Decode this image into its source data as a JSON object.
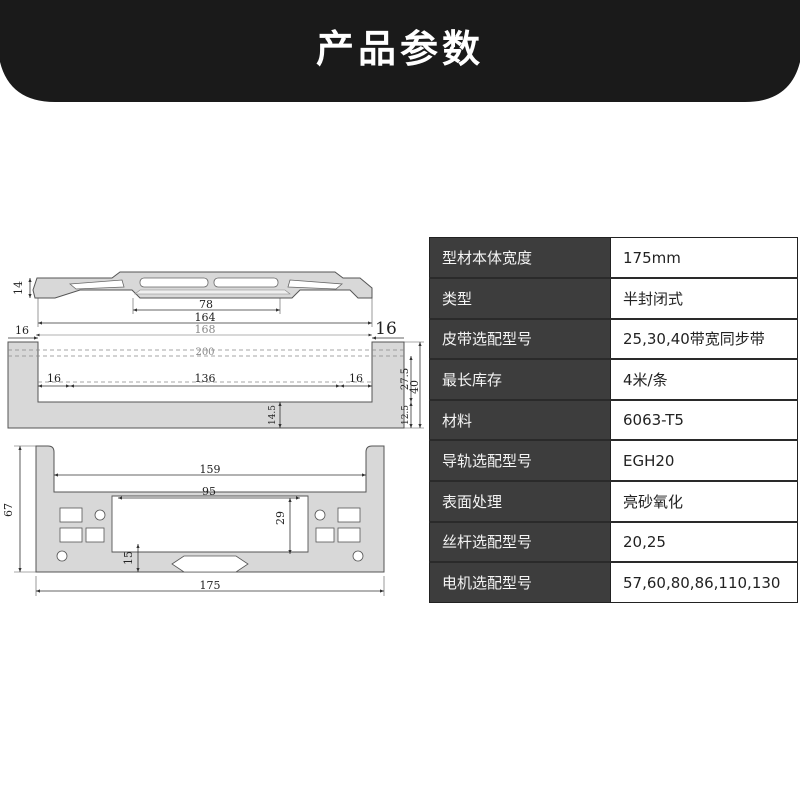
{
  "banner": {
    "title": "产品参数"
  },
  "drawing": {
    "top_view": {
      "dims": {
        "height": "14",
        "slot": "78",
        "inner": "164",
        "outer": "168",
        "edge_right": "16",
        "edge_left": "16",
        "total": "200",
        "bottom_left": "16",
        "bottom_mid": "136",
        "bottom_right": "16",
        "depth": "14.5",
        "h_a": "27.5",
        "h_b": "40",
        "h_c": "12.5"
      }
    },
    "front_view": {
      "dims": {
        "height": "67",
        "inner": "159",
        "slot": "95",
        "pocket": "29",
        "base": "15",
        "width": "175"
      }
    }
  },
  "specs": [
    {
      "label": "型材本体宽度",
      "value": "175mm"
    },
    {
      "label": "类型",
      "value": "半封闭式"
    },
    {
      "label": "皮带选配型号",
      "value": "25,30,40带宽同步带"
    },
    {
      "label": "最长库存",
      "value": "4米/条"
    },
    {
      "label": "材料",
      "value": "6063-T5"
    },
    {
      "label": "导轨选配型号",
      "value": "EGH20"
    },
    {
      "label": "表面处理",
      "value": "亮砂氧化"
    },
    {
      "label": "丝杆选配型号",
      "value": "20,25"
    },
    {
      "label": "电机选配型号",
      "value": "57,60,80,86,110,130"
    }
  ],
  "colors": {
    "banner": "#1a1a1a",
    "table_key_bg": "#3d3d3d",
    "profile_fill": "#d8d8d8"
  }
}
